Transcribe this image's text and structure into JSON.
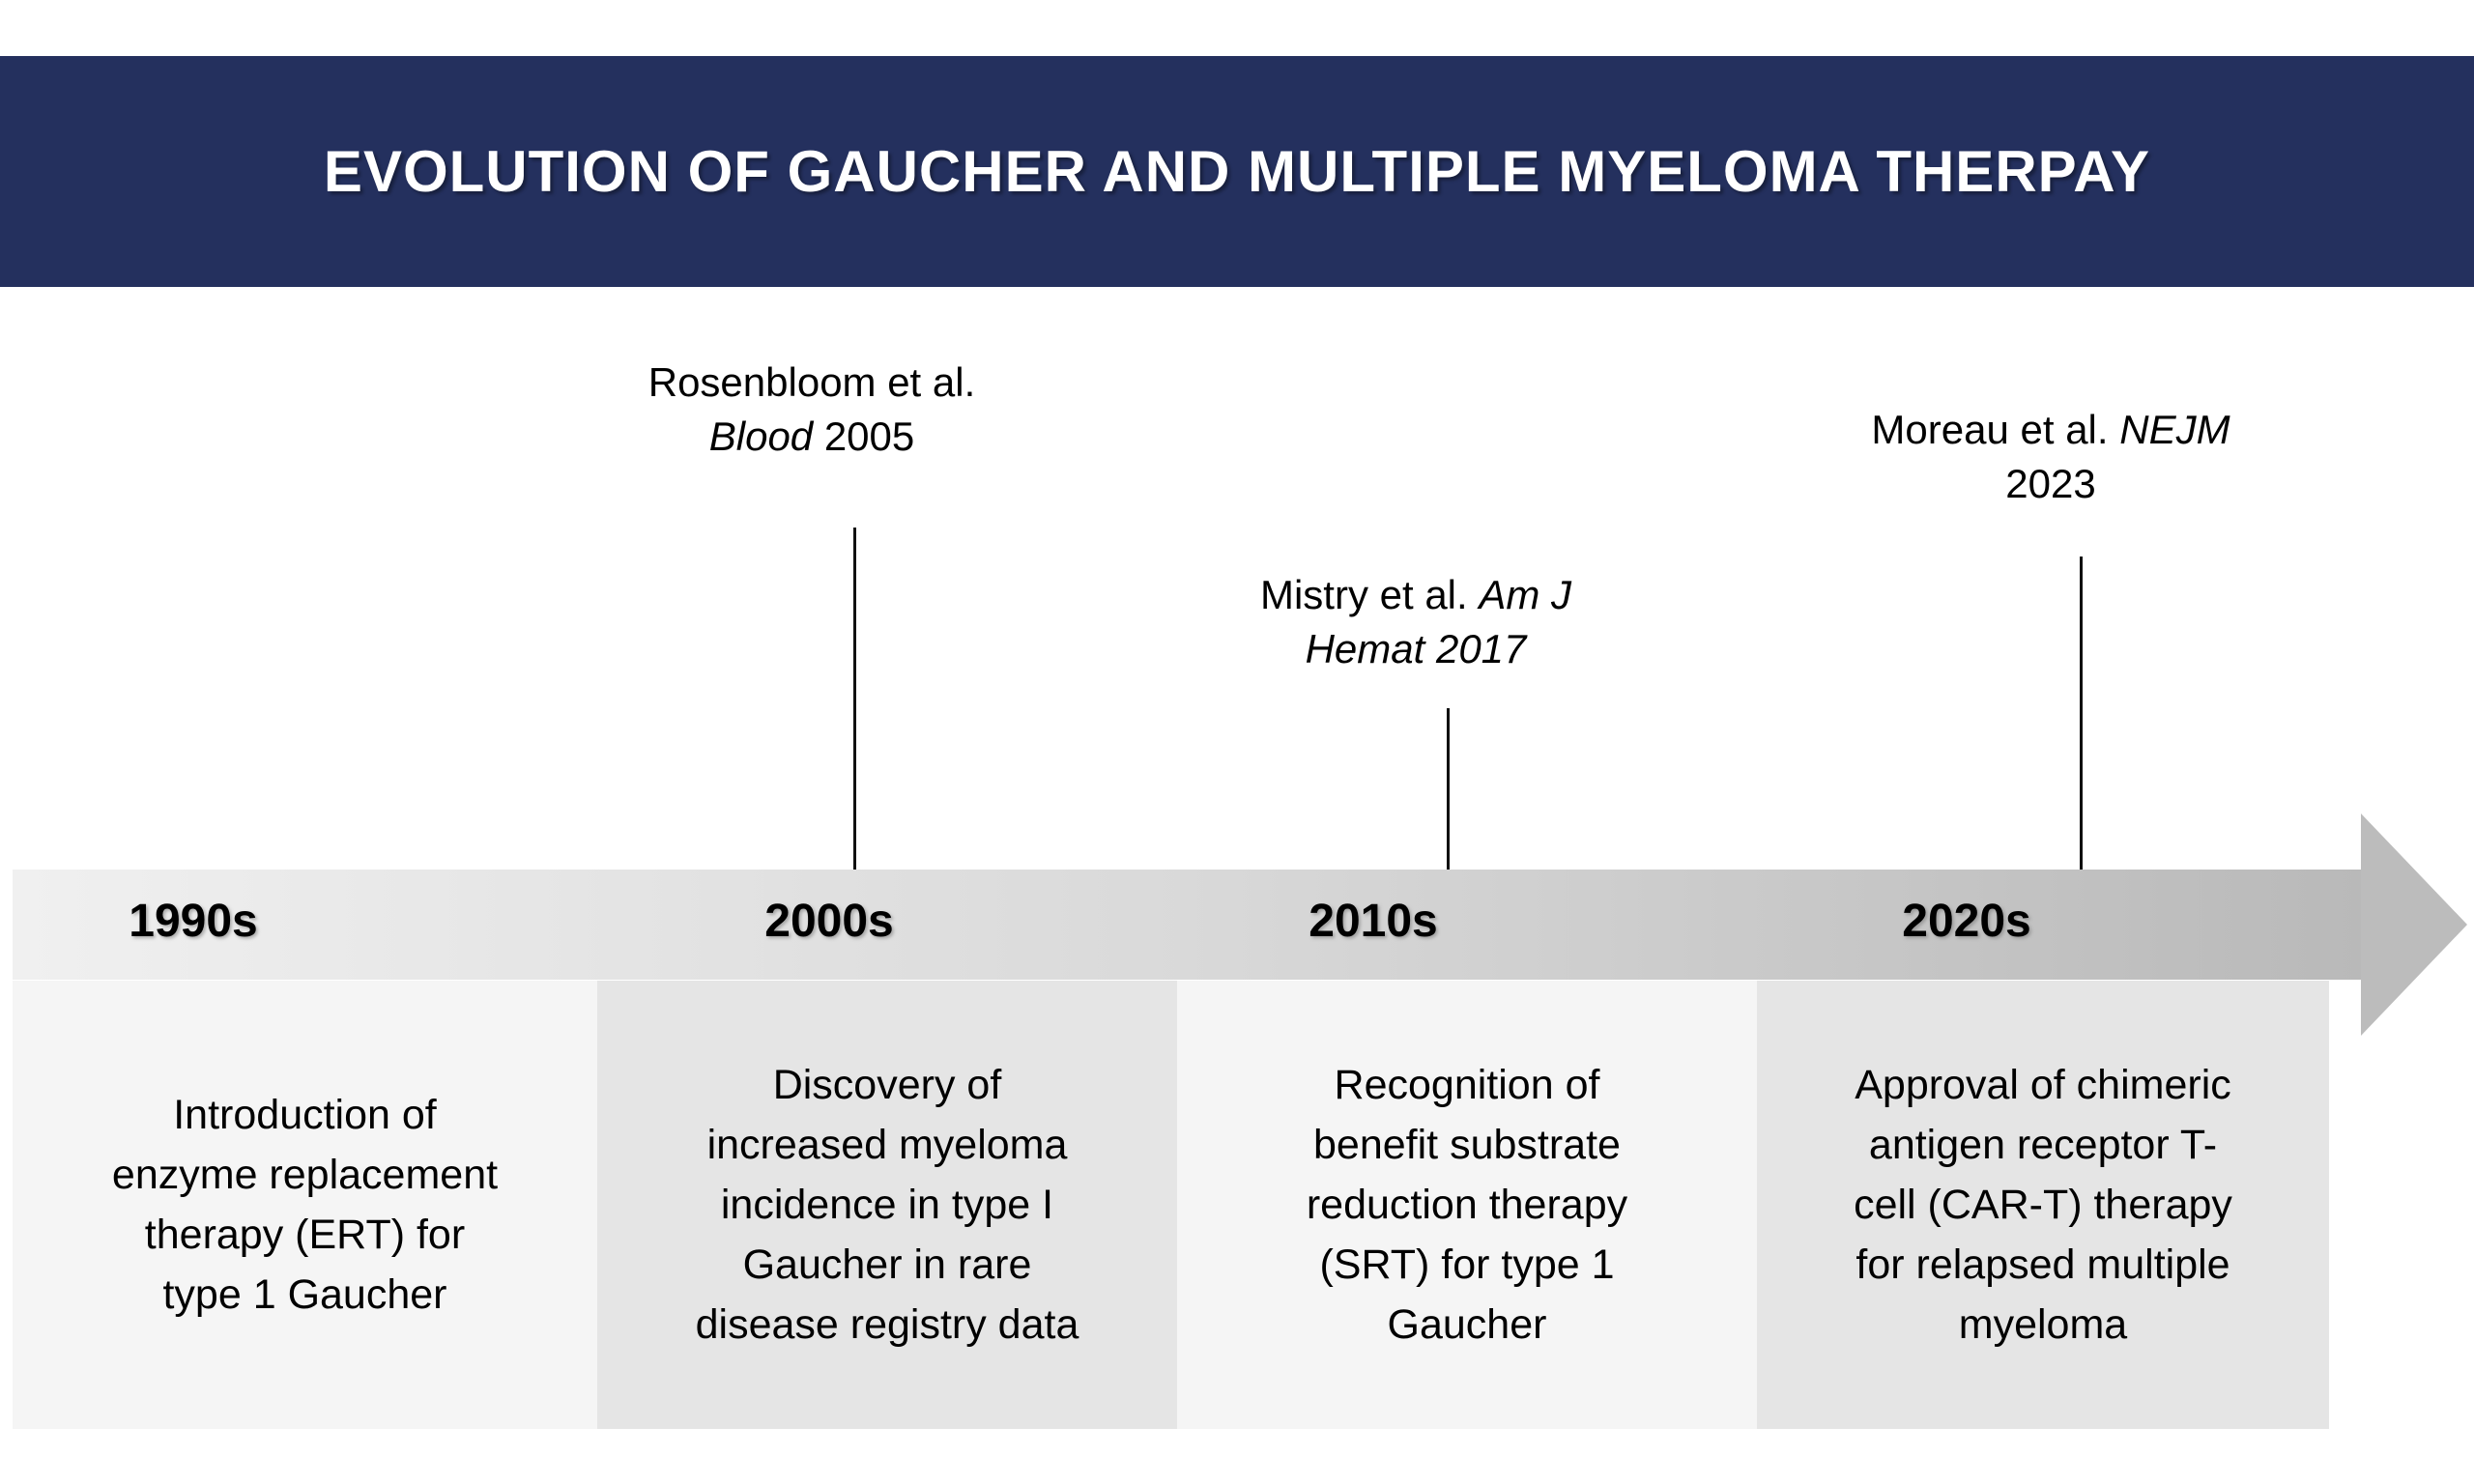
{
  "title": "EVOLUTION OF GAUCHER AND MULTIPLE MYELOMA THERPAY",
  "colors": {
    "header_bg": "#24305E",
    "header_text": "#ffffff",
    "timeline_gradient_start": "#f0f0f0",
    "timeline_gradient_end": "#b9b9b9",
    "arrow_head": "#bcbcbc",
    "box_light": "#f5f5f5",
    "box_dark": "#e5e5e5",
    "pointer_line": "#101010",
    "body_text": "#000000"
  },
  "citations": [
    {
      "id": "rosenbloom",
      "line1": [
        {
          "text": "Rosenbloom et al.",
          "italic": false
        }
      ],
      "line2": [
        {
          "text": "Blood",
          "italic": true
        },
        {
          "text": " 2005",
          "italic": false
        }
      ]
    },
    {
      "id": "mistry",
      "line1": [
        {
          "text": "Mistry et al. ",
          "italic": false
        },
        {
          "text": "Am J",
          "italic": true
        }
      ],
      "line2": [
        {
          "text": "Hemat 2017",
          "italic": true
        }
      ]
    },
    {
      "id": "moreau",
      "line1": [
        {
          "text": "Moreau et al. ",
          "italic": false
        },
        {
          "text": "NEJM",
          "italic": true
        }
      ],
      "line2": [
        {
          "text": "2023",
          "italic": false
        }
      ]
    }
  ],
  "decades": [
    {
      "label": "1990s"
    },
    {
      "label": "2000s"
    },
    {
      "label": "2010s"
    },
    {
      "label": "2020s"
    }
  ],
  "events": [
    {
      "decade": "1990s",
      "text": "Introduction of\nenzyme replacement\ntherapy (ERT) for\ntype 1 Gaucher"
    },
    {
      "decade": "2000s",
      "text": "Discovery of\nincreased myeloma\nincidence in type I\nGaucher in rare\ndisease registry data"
    },
    {
      "decade": "2010s",
      "text": "Recognition of\nbenefit substrate\nreduction therapy\n(SRT) for type 1\nGaucher"
    },
    {
      "decade": "2020s",
      "text": "Approval of chimeric\nantigen receptor T-\ncell (CAR-T) therapy\nfor relapsed multiple\nmyeloma"
    }
  ]
}
